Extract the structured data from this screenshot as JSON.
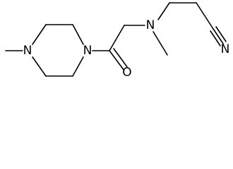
{
  "molecule": {
    "atoms": {
      "n_piperazine_methyl": "N",
      "n_piperazine_amide": "N",
      "o_carbonyl": "O",
      "n_amine": "N",
      "n_nitrile": "N"
    }
  },
  "colors": {
    "bond": "#000000",
    "label": "#000000",
    "background": "#ffffff"
  }
}
